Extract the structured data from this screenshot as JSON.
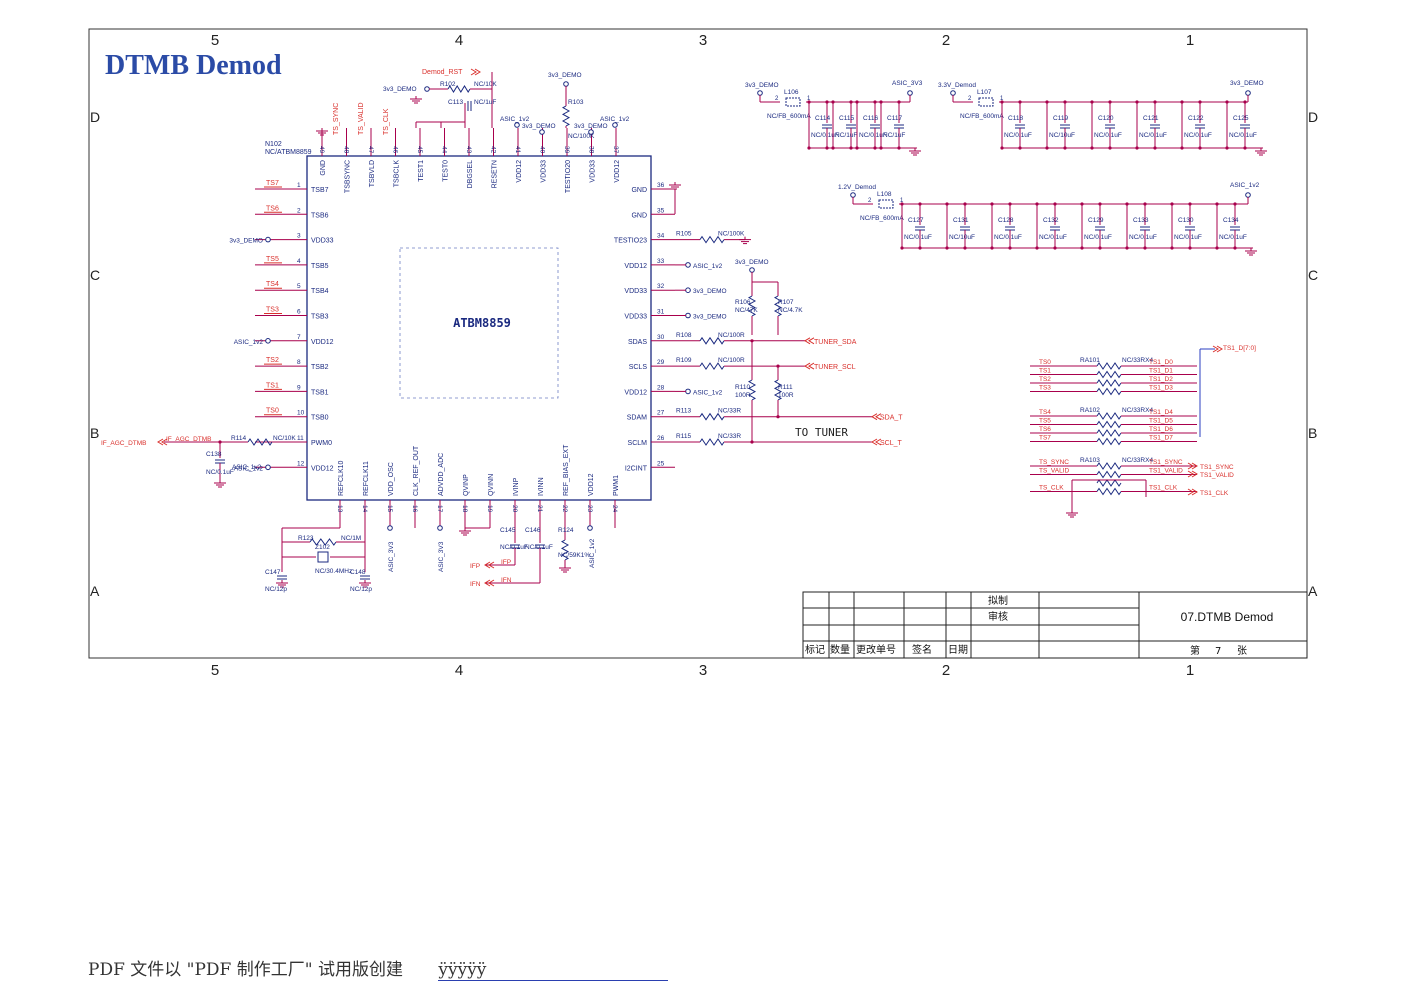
{
  "title": "DTMB Demod",
  "chip": {
    "ref": "N102",
    "value": "NC/ATBM8859",
    "label": "ATBM8859"
  },
  "colors": {
    "wire": "#a8004c",
    "label_red": "#d9302c",
    "ink": "#1b2a80",
    "title": "#2b4ba6"
  },
  "col_labels": [
    "5",
    "4",
    "3",
    "2",
    "1"
  ],
  "row_labels": [
    "D",
    "C",
    "B",
    "A"
  ],
  "pins_left": [
    {
      "n": "1",
      "name": "TSB7",
      "net": "TS7"
    },
    {
      "n": "2",
      "name": "TSB6",
      "net": "TS6"
    },
    {
      "n": "3",
      "name": "VDD33",
      "net": "3v3_DEMO"
    },
    {
      "n": "4",
      "name": "TSB5",
      "net": "TS5"
    },
    {
      "n": "5",
      "name": "TSB4",
      "net": "TS4"
    },
    {
      "n": "6",
      "name": "TSB3",
      "net": "TS3"
    },
    {
      "n": "7",
      "name": "VDD12",
      "net": "ASIC_1v2"
    },
    {
      "n": "8",
      "name": "TSB2",
      "net": "TS2"
    },
    {
      "n": "9",
      "name": "TSB1",
      "net": "TS1"
    },
    {
      "n": "10",
      "name": "TSB0",
      "net": "TS0"
    },
    {
      "n": "11",
      "name": "PWM0",
      "net": ""
    },
    {
      "n": "12",
      "name": "VDD12",
      "net": "ASIC_1v2"
    }
  ],
  "pins_right": [
    {
      "n": "36",
      "name": "GND",
      "net": ""
    },
    {
      "n": "35",
      "name": "GND",
      "net": ""
    },
    {
      "n": "34",
      "name": "TESTIO23",
      "net": ""
    },
    {
      "n": "33",
      "name": "VDD12",
      "net": "ASIC_1v2"
    },
    {
      "n": "32",
      "name": "VDD33",
      "net": "3v3_DEMO"
    },
    {
      "n": "31",
      "name": "VDD33",
      "net": "3v3_DEMO"
    },
    {
      "n": "30",
      "name": "SDAS",
      "net": ""
    },
    {
      "n": "29",
      "name": "SCLS",
      "net": ""
    },
    {
      "n": "28",
      "name": "VDD12",
      "net": "ASIC_1v2"
    },
    {
      "n": "27",
      "name": "SDAM",
      "net": ""
    },
    {
      "n": "26",
      "name": "SCLM",
      "net": ""
    },
    {
      "n": "25",
      "name": "I2CINT",
      "net": ""
    }
  ],
  "pins_top": [
    {
      "n": "49",
      "name": "GND"
    },
    {
      "n": "48",
      "name": "TSBSYNC"
    },
    {
      "n": "47",
      "name": "TSBVLD"
    },
    {
      "n": "46",
      "name": "TSBCLK"
    },
    {
      "n": "45",
      "name": "TEST1"
    },
    {
      "n": "44",
      "name": "TEST0"
    },
    {
      "n": "43",
      "name": "DBGSEL"
    },
    {
      "n": "42",
      "name": "RESETN"
    },
    {
      "n": "41",
      "name": "VDD12"
    },
    {
      "n": "40",
      "name": "VDD33"
    },
    {
      "n": "39",
      "name": "TESTIO20"
    },
    {
      "n": "38",
      "name": "VDD33"
    },
    {
      "n": "37",
      "name": "VDD12"
    }
  ],
  "pins_bottom": [
    {
      "n": "13",
      "name": "REFCLK10"
    },
    {
      "n": "14",
      "name": "REFCLK11"
    },
    {
      "n": "15",
      "name": "VDD_OSC"
    },
    {
      "n": "16",
      "name": "CLK_REF_OUT"
    },
    {
      "n": "17",
      "name": "ADVDD_ADC"
    },
    {
      "n": "18",
      "name": "QVINP"
    },
    {
      "n": "19",
      "name": "QVINN"
    },
    {
      "n": "20",
      "name": "IVINP"
    },
    {
      "n": "21",
      "name": "IVINN"
    },
    {
      "n": "22",
      "name": "REF_BIAS_EXT"
    },
    {
      "n": "23",
      "name": "VDD12"
    },
    {
      "n": "24",
      "name": "PWM1"
    }
  ],
  "top_nets": {
    "ts_sync": "TS_SYNC",
    "ts_valid": "TS_VALID",
    "ts_clk": "TS_CLK",
    "demod_rst": "Demod_RST",
    "v33_1": "3v3_DEMO",
    "v33_2": "3v3_DEMO",
    "v33_3": "3v3_DEMO",
    "v33_4": "3v3_DEMO",
    "asic_a": "ASIC_1v2",
    "asic_b": "ASIC_1v2",
    "r102": "R102",
    "r102v": "NC/10K",
    "c113": "C113",
    "c113v": "NC/1uF",
    "r103": "R103",
    "r103v": "NC/100K"
  },
  "right_parts": {
    "r105": "R105",
    "r105v": "NC/100K",
    "r108": "R108",
    "r108v": "NC/100R",
    "r109": "R109",
    "r109v": "NC/100R",
    "r113": "R113",
    "r113v": "NC/33R",
    "r115": "R115",
    "r115v": "NC/33R",
    "r106": "R106",
    "r106v": "NC/47K",
    "r107": "R107",
    "r107v": "NC/4.7K",
    "r110": "R110",
    "r110v": "100R",
    "r111": "R111",
    "r111v": "100R",
    "v33": "3v3_DEMO",
    "tuner_sda": "TUNER_SDA",
    "tuner_scl": "TUNER_SCL",
    "sda_t": "SDA_T",
    "scl_t": "SCL_T",
    "to_tuner": "TO TUNER"
  },
  "left_parts": {
    "if_agc_out": "IF_AGC_DTMB",
    "if_agc": "IF_AGC_DTMB",
    "r114": "R114",
    "r114v": "NC/10K",
    "c138": "C138",
    "c138v": "NC/0.1uF",
    "asic": "ASIC_1v2"
  },
  "bottom_parts": {
    "r123": "R123",
    "r123v": "NC/1M",
    "z102": "Z102",
    "z102v": "NC/30.4MHz",
    "c147": "C147",
    "c147v": "NC/12p",
    "c148": "C148",
    "c148v": "NC/12p",
    "asic33a": "ASIC_3V3",
    "asic33b": "ASIC_3V3",
    "c145": "C145",
    "c145v": "NC/0.1uF",
    "c146": "C146",
    "c146v": "NC/0.1uF",
    "r124": "R124",
    "r124v": "NC/59K1%",
    "asic12": "ASIC_1v2",
    "ifp": "IFP",
    "ifn": "IFN",
    "ifp2": "IFP",
    "ifn2": "IFN"
  },
  "filters": [
    {
      "l": "L106",
      "lv": "NC/FB_600mA",
      "in": "3v3_DEMO",
      "out": "ASIC_3V3",
      "caps": [
        {
          "r": "C114",
          "v": "NC/0.1uF"
        },
        {
          "r": "C115",
          "v": "NC/1uF"
        },
        {
          "r": "C116",
          "v": "NC/0.1uF"
        },
        {
          "r": "C117",
          "v": "NC/1uF"
        }
      ]
    },
    {
      "l": "L107",
      "lv": "NC/FB_600mA",
      "in": "3.3V_Demod",
      "out": "3v3_DEMO",
      "caps": [
        {
          "r": "C118",
          "v": "NC/0.1uF"
        },
        {
          "r": "C119",
          "v": "NC/10uF"
        },
        {
          "r": "C120",
          "v": "NC/0.1uF"
        },
        {
          "r": "C121",
          "v": "NC/0.1uF"
        },
        {
          "r": "C122",
          "v": "NC/0.1uF"
        },
        {
          "r": "C125",
          "v": "NC/0.1uF"
        }
      ]
    },
    {
      "l": "L108",
      "lv": "NC/FB_600mA",
      "in": "1.2V_Demod",
      "out": "ASIC_1v2",
      "caps": [
        {
          "r": "C127",
          "v": "NC/0.1uF"
        },
        {
          "r": "C131",
          "v": "NC/10uF"
        },
        {
          "r": "C128",
          "v": "NC/0.1uF"
        },
        {
          "r": "C132",
          "v": "NC/0.1uF"
        },
        {
          "r": "C129",
          "v": "NC/0.1uF"
        },
        {
          "r": "C133",
          "v": "NC/0.1uF"
        },
        {
          "r": "C130",
          "v": "NC/0.1uF"
        },
        {
          "r": "C134",
          "v": "NC/0.1uF"
        }
      ]
    }
  ],
  "bus_out": "TS1_D[7:0]",
  "res_arrays": [
    {
      "ref": "RA101",
      "val": "NC/33RX4",
      "in": [
        "TS0",
        "TS1",
        "TS2",
        "TS3"
      ],
      "out": [
        "TS1_D0",
        "TS1_D1",
        "TS1_D2",
        "TS1_D3"
      ]
    },
    {
      "ref": "RA102",
      "val": "NC/33RX4",
      "in": [
        "TS4",
        "TS5",
        "TS6",
        "TS7"
      ],
      "out": [
        "TS1_D4",
        "TS1_D5",
        "TS1_D6",
        "TS1_D7"
      ]
    },
    {
      "ref": "RA103",
      "val": "NC/33RX4",
      "in": [
        "TS_SYNC",
        "TS_VALID",
        "",
        "TS_CLK"
      ],
      "out": [
        "TS1_SYNC",
        "TS1_VALID",
        "",
        "TS1_CLK"
      ]
    }
  ],
  "ra_outputs": {
    "sync": "TS1_SYNC",
    "valid": "TS1_VALID",
    "clk": "TS1_CLK"
  },
  "title_block": {
    "draw": "拟制",
    "check": "审核",
    "mark": "标记",
    "qty": "数量",
    "change": "更改单号",
    "sign": "签名",
    "date": "日期",
    "name": "07.DTMB Demod",
    "sheet_prefix": "第",
    "sheet": "7",
    "sheet_suffix": "张"
  },
  "footer": {
    "text": "PDF 文件以 \"PDF 制作工厂\" 试用版创建",
    "link": "ÿÿÿÿÿ"
  }
}
